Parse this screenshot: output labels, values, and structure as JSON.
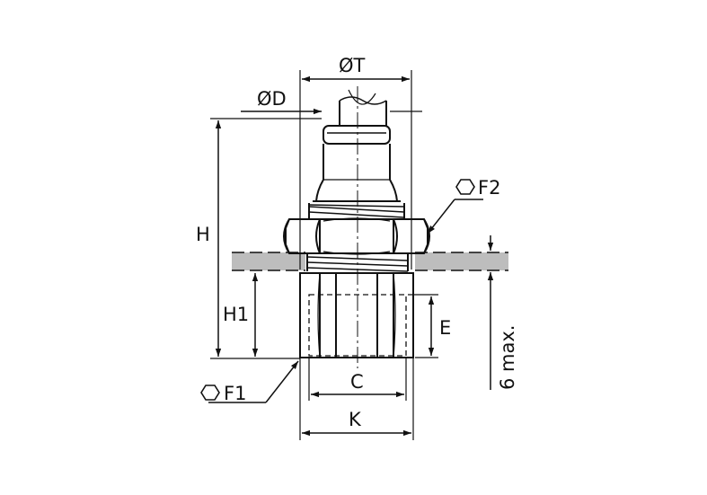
{
  "labels": {
    "diam_t": "ØT",
    "diam_d": "ØD",
    "f2": "F2",
    "h": "H",
    "h1": "H1",
    "e": "E",
    "c": "C",
    "k": "K",
    "f1": "F1",
    "six_max": "6 max."
  },
  "colors": {
    "line": "#111111",
    "panel": "#bdbdbd",
    "background": "#ffffff"
  },
  "icons": {
    "hex_f2": "hexagon-icon",
    "hex_f1": "hexagon-icon"
  }
}
